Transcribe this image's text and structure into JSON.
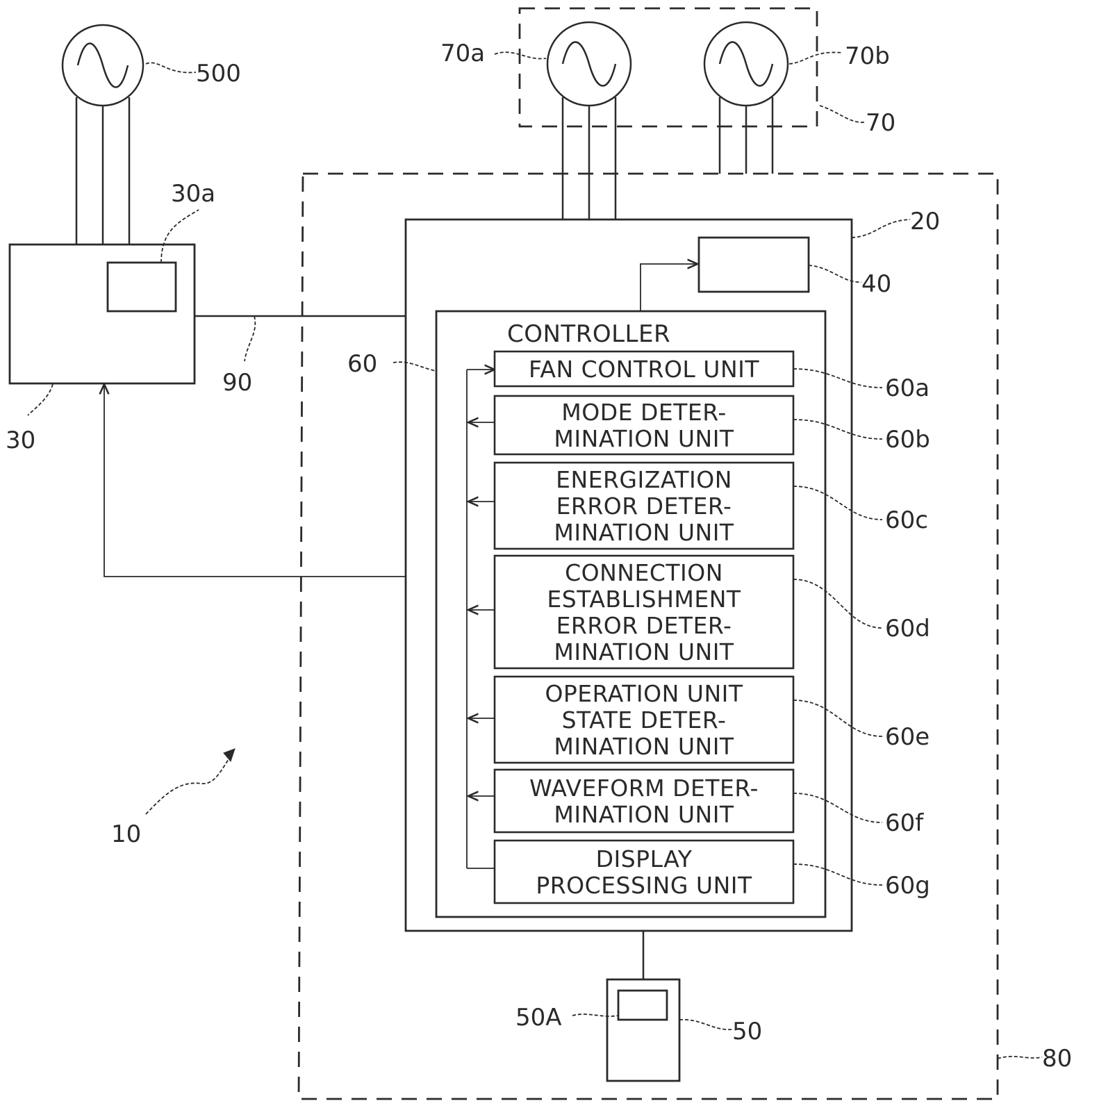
{
  "colors": {
    "ink": "#2a2a2a",
    "background": "#ffffff"
  },
  "labels": {
    "ref_500": "500",
    "ref_70a": "70a",
    "ref_70b": "70b",
    "ref_70": "70",
    "ref_30a": "30a",
    "ref_30": "30",
    "ref_20": "20",
    "ref_40": "40",
    "ref_90": "90",
    "ref_60": "60",
    "ref_10": "10",
    "ref_50A": "50A",
    "ref_50": "50",
    "ref_80": "80"
  },
  "controller": {
    "title": "CONTROLLER",
    "units": [
      {
        "ref": "60a",
        "lines": [
          "FAN CONTROL UNIT"
        ]
      },
      {
        "ref": "60b",
        "lines": [
          "MODE DETER-",
          "MINATION UNIT"
        ]
      },
      {
        "ref": "60c",
        "lines": [
          "ENERGIZATION",
          "ERROR DETER-",
          "MINATION UNIT"
        ]
      },
      {
        "ref": "60d",
        "lines": [
          "CONNECTION",
          "ESTABLISHMENT",
          "ERROR DETER-",
          "MINATION UNIT"
        ]
      },
      {
        "ref": "60e",
        "lines": [
          "OPERATION UNIT",
          "STATE DETER-",
          "MINATION UNIT"
        ]
      },
      {
        "ref": "60f",
        "lines": [
          "WAVEFORM DETER-",
          "MINATION UNIT"
        ]
      },
      {
        "ref": "60g",
        "lines": [
          "DISPLAY",
          "PROCESSING UNIT"
        ]
      }
    ]
  }
}
